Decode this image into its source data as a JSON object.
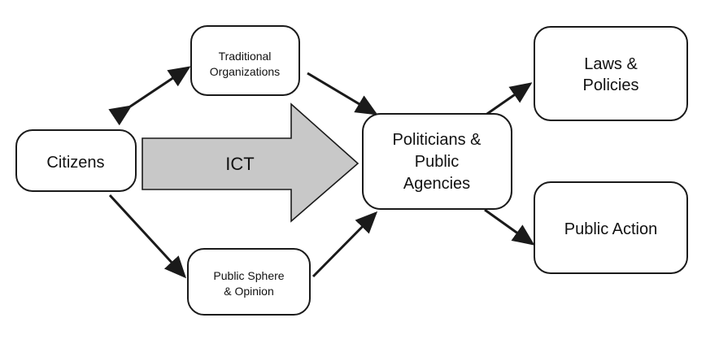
{
  "nodes": {
    "citizens": {
      "label": "Citizens"
    },
    "traditional_organizations": {
      "lines": [
        "Traditional",
        "Organizations"
      ]
    },
    "public_sphere": {
      "lines": [
        "Public Sphere",
        "& Opinion"
      ]
    },
    "politicians": {
      "lines": [
        "Politicians &",
        "Public",
        "Agencies"
      ]
    },
    "laws": {
      "lines": [
        "Laws &",
        "Policies"
      ]
    },
    "public_action": {
      "label": "Public Action"
    }
  },
  "ict_arrow": {
    "label": "ICT",
    "fill_color": "#c8c8c8"
  },
  "colors": {
    "stroke": "#1a1a1a",
    "text": "#111111",
    "background": "#ffffff"
  }
}
